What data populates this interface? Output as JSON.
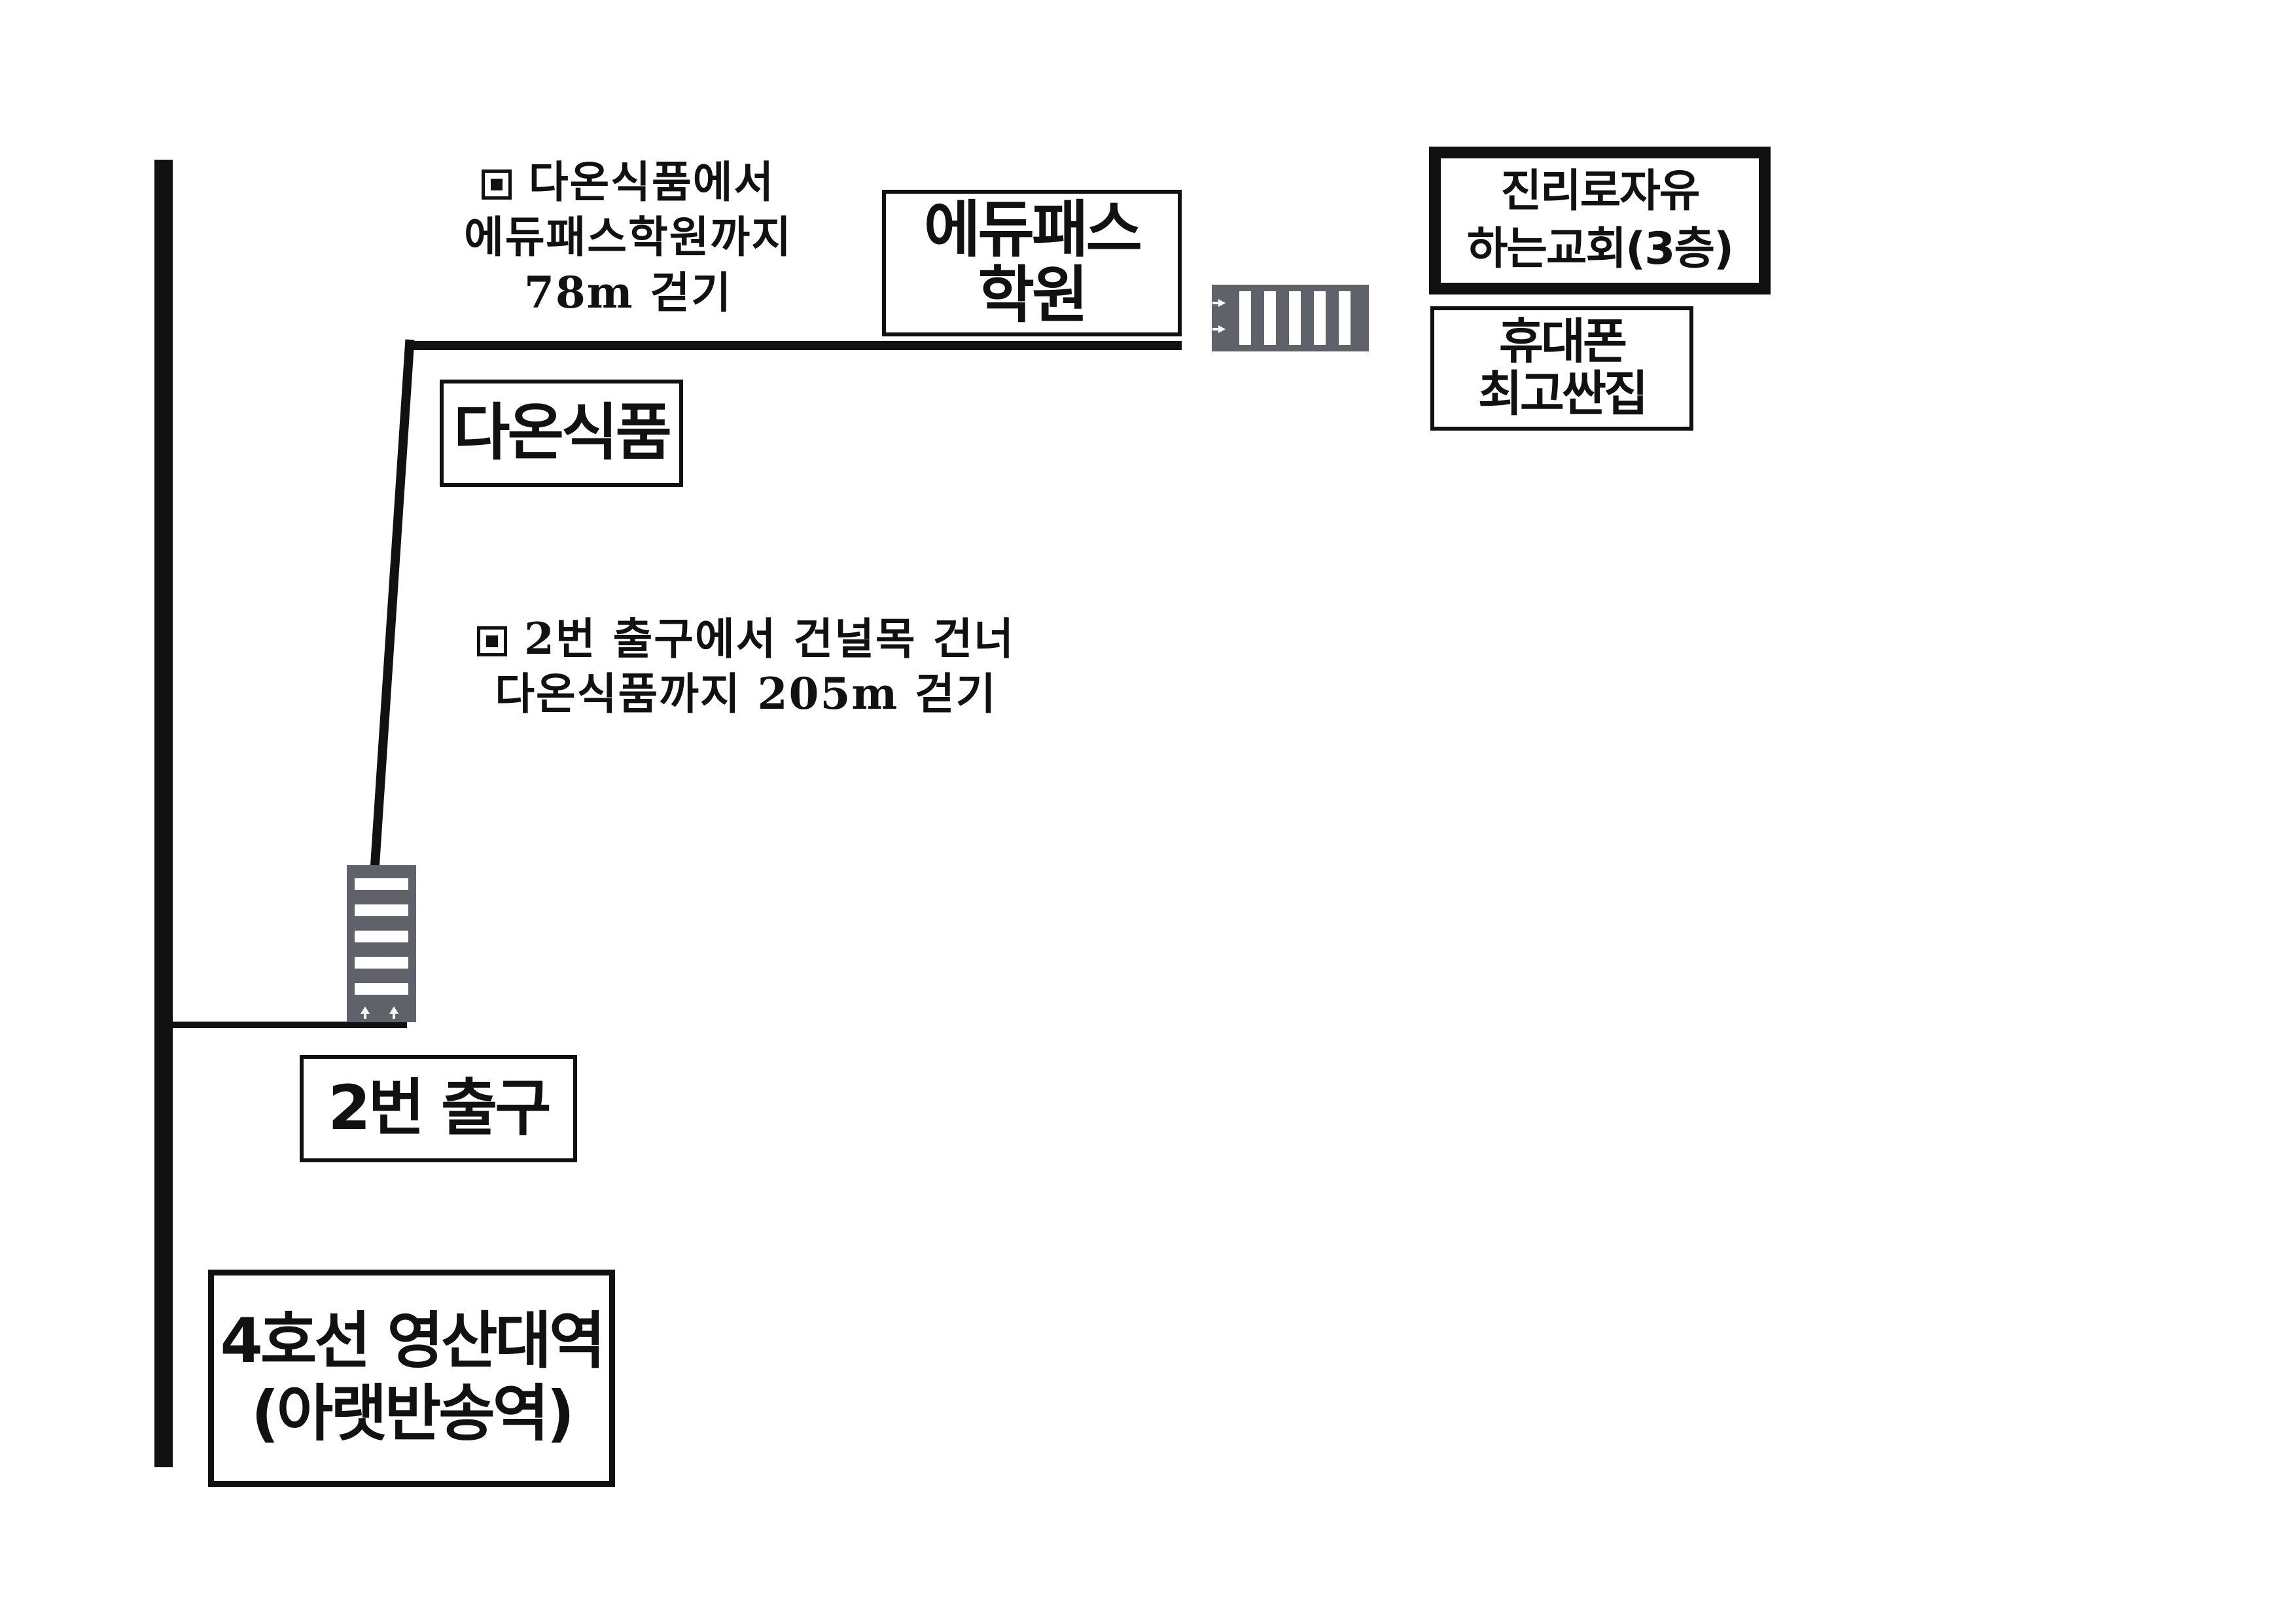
{
  "map": {
    "background_color": "#ffffff",
    "line_color": "#111111",
    "crosswalk_color": "#5f6369",
    "landmarks": {
      "station": {
        "line1": "4호선 영산대역",
        "line2": "(아랫반송역)"
      },
      "exit2": {
        "label": "2번 출구"
      },
      "daon_food": {
        "label": "다온식품"
      },
      "edupass": {
        "line1": "에듀패스",
        "line2": "학원"
      },
      "church": {
        "line1": "진리로자유",
        "line2": "하는교회(3층)"
      },
      "phone_shop": {
        "line1": "휴대폰",
        "line2": "최고싼집"
      }
    },
    "directions": {
      "step1": {
        "line1": "2번 출구에서 건널목 건너",
        "line2": "다온식품까지 205m 걷기",
        "bullet_icon": "square-bullet-icon"
      },
      "step2": {
        "line1": "다온식품에서",
        "line2": "에듀패스학원까지",
        "line3": "78m 걷기",
        "bullet_icon": "square-bullet-icon"
      }
    }
  }
}
